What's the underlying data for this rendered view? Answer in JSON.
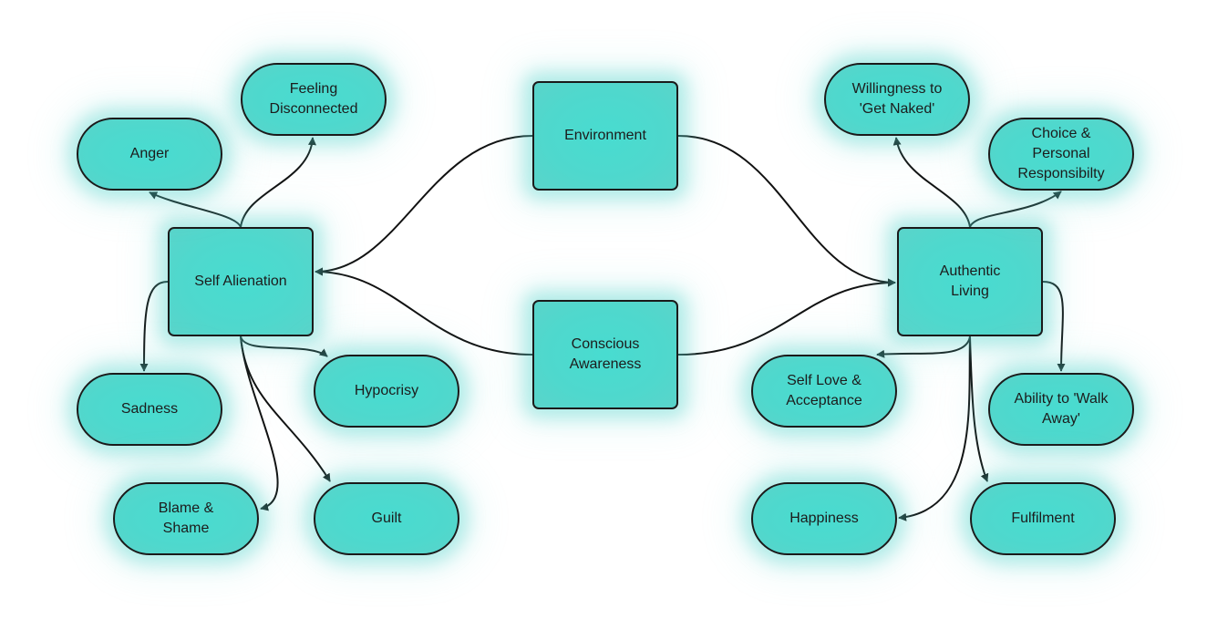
{
  "diagram": {
    "colors": {
      "node_fill": "#4ad8cd",
      "node_border": "#1a1a1a",
      "edge": "#111111",
      "background": "#ffffff"
    },
    "nodes": [
      {
        "id": "self_alienation",
        "label": "Self Alienation",
        "shape": "rect"
      },
      {
        "id": "environment",
        "label": "Environment",
        "shape": "rect"
      },
      {
        "id": "conscious_awareness",
        "label": "Conscious\nAwareness",
        "shape": "rect"
      },
      {
        "id": "authentic_living",
        "label": "Authentic\nLiving",
        "shape": "rect"
      },
      {
        "id": "anger",
        "label": "Anger",
        "shape": "pill"
      },
      {
        "id": "feeling_disconnected",
        "label": "Feeling\nDisconnected",
        "shape": "pill"
      },
      {
        "id": "sadness",
        "label": "Sadness",
        "shape": "pill"
      },
      {
        "id": "hypocrisy",
        "label": "Hypocrisy",
        "shape": "pill"
      },
      {
        "id": "blame_shame",
        "label": "Blame &\nShame",
        "shape": "pill"
      },
      {
        "id": "guilt",
        "label": "Guilt",
        "shape": "pill"
      },
      {
        "id": "willingness",
        "label": "Willingness to\n'Get Naked'",
        "shape": "pill"
      },
      {
        "id": "choice",
        "label": "Choice &\nPersonal\nResponsibilty",
        "shape": "pill"
      },
      {
        "id": "self_love",
        "label": "Self Love &\nAcceptance",
        "shape": "pill"
      },
      {
        "id": "walk_away",
        "label": "Ability to 'Walk\nAway'",
        "shape": "pill"
      },
      {
        "id": "happiness",
        "label": "Happiness",
        "shape": "pill"
      },
      {
        "id": "fulfilment",
        "label": "Fulfilment",
        "shape": "pill"
      }
    ],
    "edges": [
      {
        "from": "environment",
        "to": "self_alienation"
      },
      {
        "from": "conscious_awareness",
        "to": "self_alienation"
      },
      {
        "from": "environment",
        "to": "authentic_living"
      },
      {
        "from": "conscious_awareness",
        "to": "authentic_living"
      },
      {
        "from": "self_alienation",
        "to": "anger"
      },
      {
        "from": "self_alienation",
        "to": "feeling_disconnected"
      },
      {
        "from": "self_alienation",
        "to": "sadness"
      },
      {
        "from": "self_alienation",
        "to": "hypocrisy"
      },
      {
        "from": "self_alienation",
        "to": "blame_shame"
      },
      {
        "from": "self_alienation",
        "to": "guilt"
      },
      {
        "from": "authentic_living",
        "to": "willingness"
      },
      {
        "from": "authentic_living",
        "to": "choice"
      },
      {
        "from": "authentic_living",
        "to": "self_love"
      },
      {
        "from": "authentic_living",
        "to": "walk_away"
      },
      {
        "from": "authentic_living",
        "to": "happiness"
      },
      {
        "from": "authentic_living",
        "to": "fulfilment"
      }
    ]
  }
}
